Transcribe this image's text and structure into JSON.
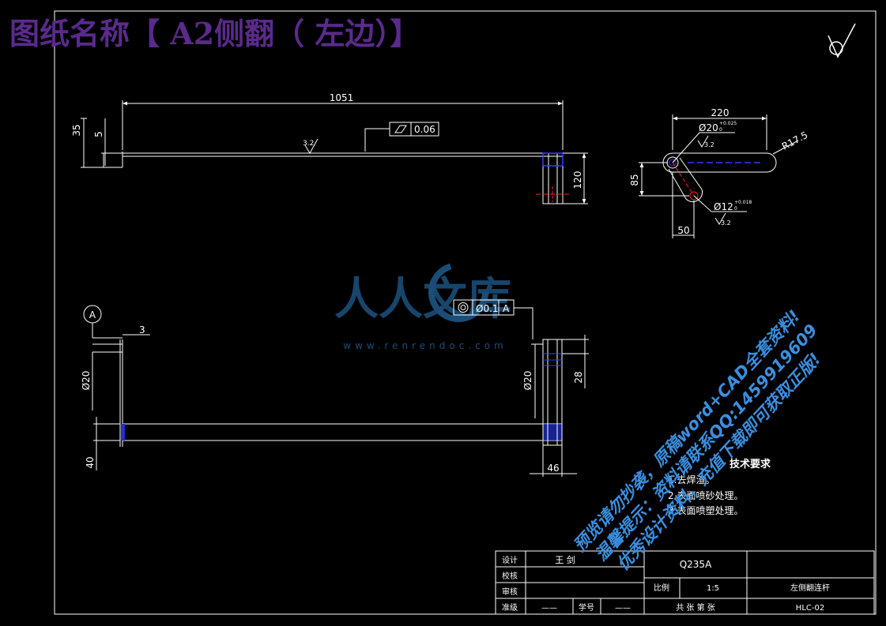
{
  "header": {
    "title": "图纸名称【 A2侧翻（ 左边）】",
    "surface_mark": "√"
  },
  "top_view": {
    "dim_length": "1051",
    "dim_height_total": "35",
    "dim_thickness": "5",
    "dim_bracket_height": "120",
    "roughness": "3.2",
    "flatness_value": "0.06"
  },
  "side_view": {
    "dim_width": "220",
    "dim_height": "85",
    "dim_offset": "50",
    "radius": "R17.5",
    "hole_large": "Ø20",
    "hole_large_tol_upper": "+0.025",
    "hole_large_tol_lower": "0",
    "hole_large_roughness": "3.2",
    "hole_small": "Ø12",
    "hole_small_tol_upper": "+0.018",
    "hole_small_tol_lower": "0",
    "hole_small_roughness": "3.2"
  },
  "front_view": {
    "datum_label": "A",
    "coaxiality_value": "Ø0.1",
    "coaxiality_datum": "A",
    "dim_gap": "3",
    "dim_dia_left": "Ø20",
    "dim_dia_right": "Ø20",
    "dim_bracket": "28",
    "dim_tube": "40",
    "dim_width_bottom": "46"
  },
  "watermark": {
    "logo_text": "人人文库",
    "url_text": "www.renrendoc.com",
    "diag_line1": "预览请勿抄袭，原稿word+CAD全套资料!",
    "diag_line2": "温馨提示：资料请联系QQ:1459919609",
    "diag_line3": "优秀设计资料，充值下载即可获取正版!"
  },
  "tech_requirements": {
    "title": "技术要求",
    "items": [
      "1.去焊渣。",
      "2.表面喷砂处理。",
      "3.表面喷塑处理。"
    ]
  },
  "title_block": {
    "design_label": "设计",
    "designer": "王 剑",
    "check_label": "校核",
    "review_label": "审核",
    "standard_label": "准级",
    "standard_value": "——",
    "student_label": "学号",
    "student_value": "——",
    "material": "Q235A",
    "scale_label": "比例",
    "scale_value": "1:5",
    "part_name": "左侧翻连杆",
    "sheets_text": "共  张  第  张",
    "drawing_no": "HLC-02"
  }
}
